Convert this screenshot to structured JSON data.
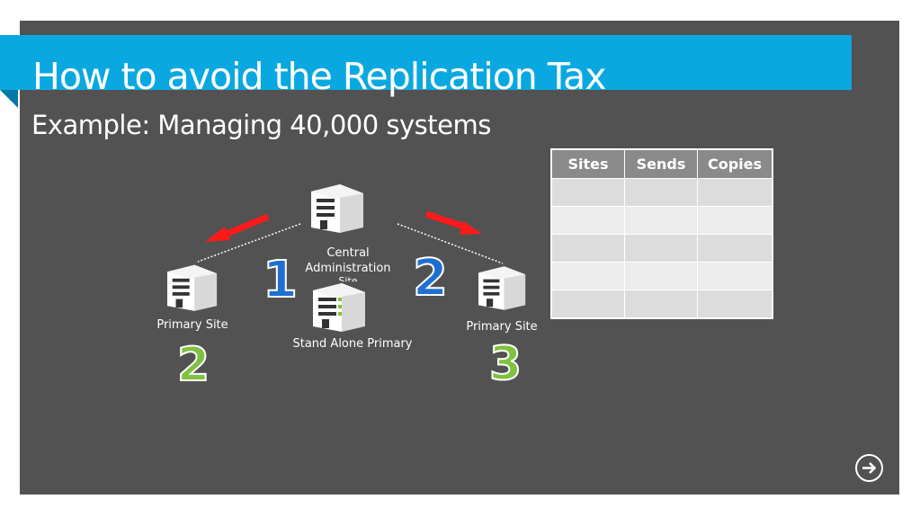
{
  "slide": {
    "title": "How to avoid the Replication Tax",
    "subtitle": "Example: Managing 40,000 systems"
  },
  "diagram": {
    "central_label_line1": "Central",
    "central_label_line2": "Administration",
    "central_label_line3": "Site",
    "standalone_label": "Stand Alone Primary",
    "left_primary_label": "Primary Site",
    "right_primary_label": "Primary Site",
    "numbers": {
      "blue_left": "1",
      "blue_right": "2",
      "green_left": "2",
      "green_right": "3"
    },
    "colors": {
      "blue_number": "#1f6fd1",
      "green_number": "#7fc241",
      "arrow": "#ff1a1a"
    }
  },
  "table": {
    "headers": [
      "Sites",
      "Sends",
      "Copies"
    ],
    "rows": [
      [
        "",
        "",
        ""
      ],
      [
        "",
        "",
        ""
      ],
      [
        "",
        "",
        ""
      ],
      [
        "",
        "",
        ""
      ],
      [
        "",
        "",
        ""
      ]
    ]
  },
  "colors": {
    "slide_background": "#525252",
    "title_bar": "#0aa8e0",
    "table_header": "#8a8a8a"
  }
}
